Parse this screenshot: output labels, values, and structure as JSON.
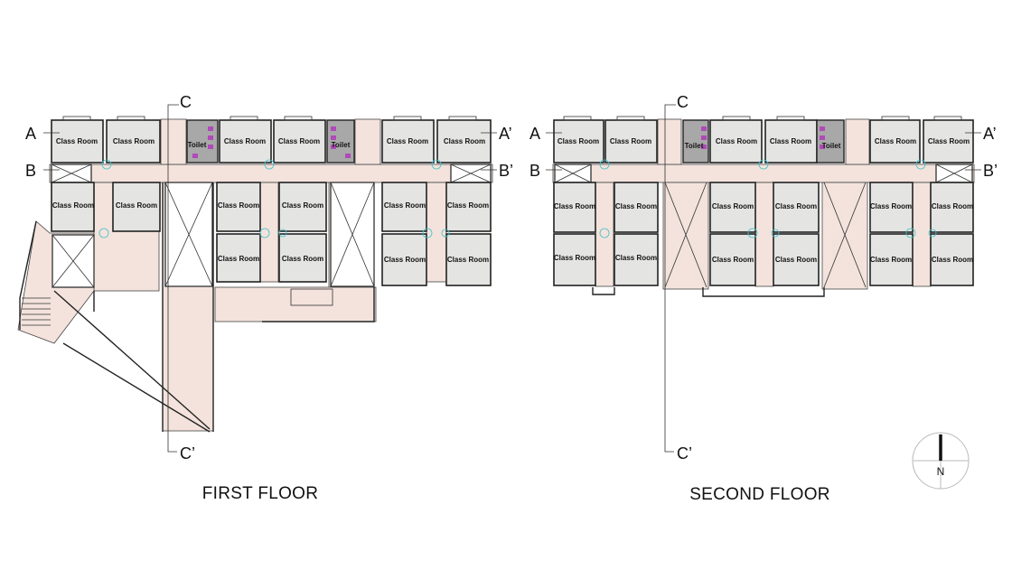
{
  "room_label": "Class Room",
  "toilet_label": "Toilet",
  "sections": {
    "a": "A",
    "a_prime": "A’",
    "b": "B",
    "b_prime": "B’",
    "c": "C",
    "c_prime": "C’"
  },
  "floors": {
    "first": "FIRST FLOOR",
    "second": "SECOND FLOOR"
  },
  "compass": {
    "north": "N"
  },
  "colors": {
    "room_fill": "#e4e4e2",
    "corridor_fill": "#f3e3dc",
    "toilet_fill": "#a8a8a8",
    "fixture": "#b04ab8",
    "door_arc": "#40c0c8"
  }
}
